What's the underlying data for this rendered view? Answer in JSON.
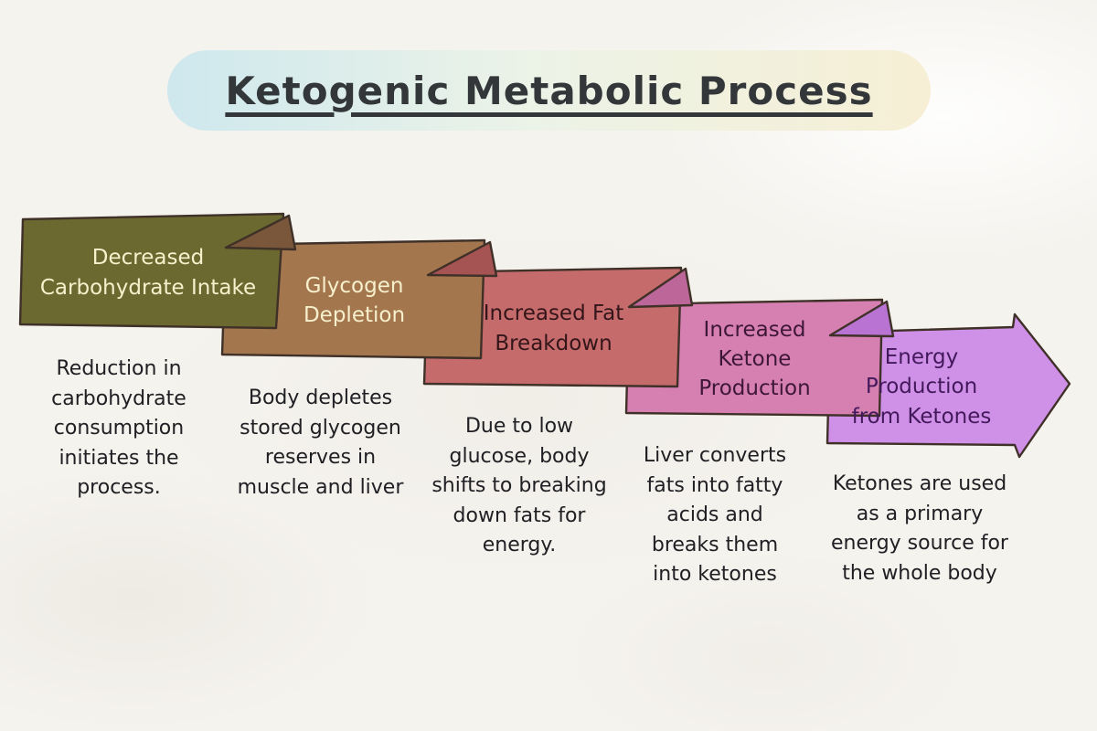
{
  "title": "Ketogenic Metabolic Process",
  "palette": {
    "background": "#f5f3ee",
    "outline": "#3f3028",
    "title_text": "#33373a",
    "banner_gradient_left": "#cee8ee",
    "banner_gradient_mid": "#ecf3e7",
    "banner_gradient_right": "#f6efd5",
    "description_text": "#202024",
    "light_label_text": "#f7f0cd"
  },
  "stages": [
    {
      "name": "Decreased Carbohydrate Intake",
      "description": "Reduction in carbohydrate consumption initiates the process.",
      "face_color": "#6b692f",
      "fold_color": "#6b692f",
      "title_color": "#f7f0cd"
    },
    {
      "name": "Glycogen Depletion",
      "description": "Body depletes stored glycogen reserves in muscle and liver",
      "face_color": "#a3764e",
      "fold_color": "#7a573a",
      "title_color": "#f7f0cd"
    },
    {
      "name": "Increased Fat Breakdown",
      "description": "Due to low glucose, body shifts to breaking down fats for energy.",
      "face_color": "#c56b6b",
      "fold_color": "#a55353",
      "title_color": "#33151a"
    },
    {
      "name": "Increased Ketone Production",
      "description": "Liver converts fats into fatty acids and breaks them into ketones",
      "face_color": "#d680b2",
      "fold_color": "#bd6699",
      "title_color": "#3e1735"
    },
    {
      "name": "Energy Production from Ketones",
      "description": "Ketones are used as a primary energy source for the whole body",
      "face_color": "#cf90e8",
      "fold_color": "#b873d3",
      "title_color": "#44195c",
      "shape": "arrow"
    }
  ]
}
